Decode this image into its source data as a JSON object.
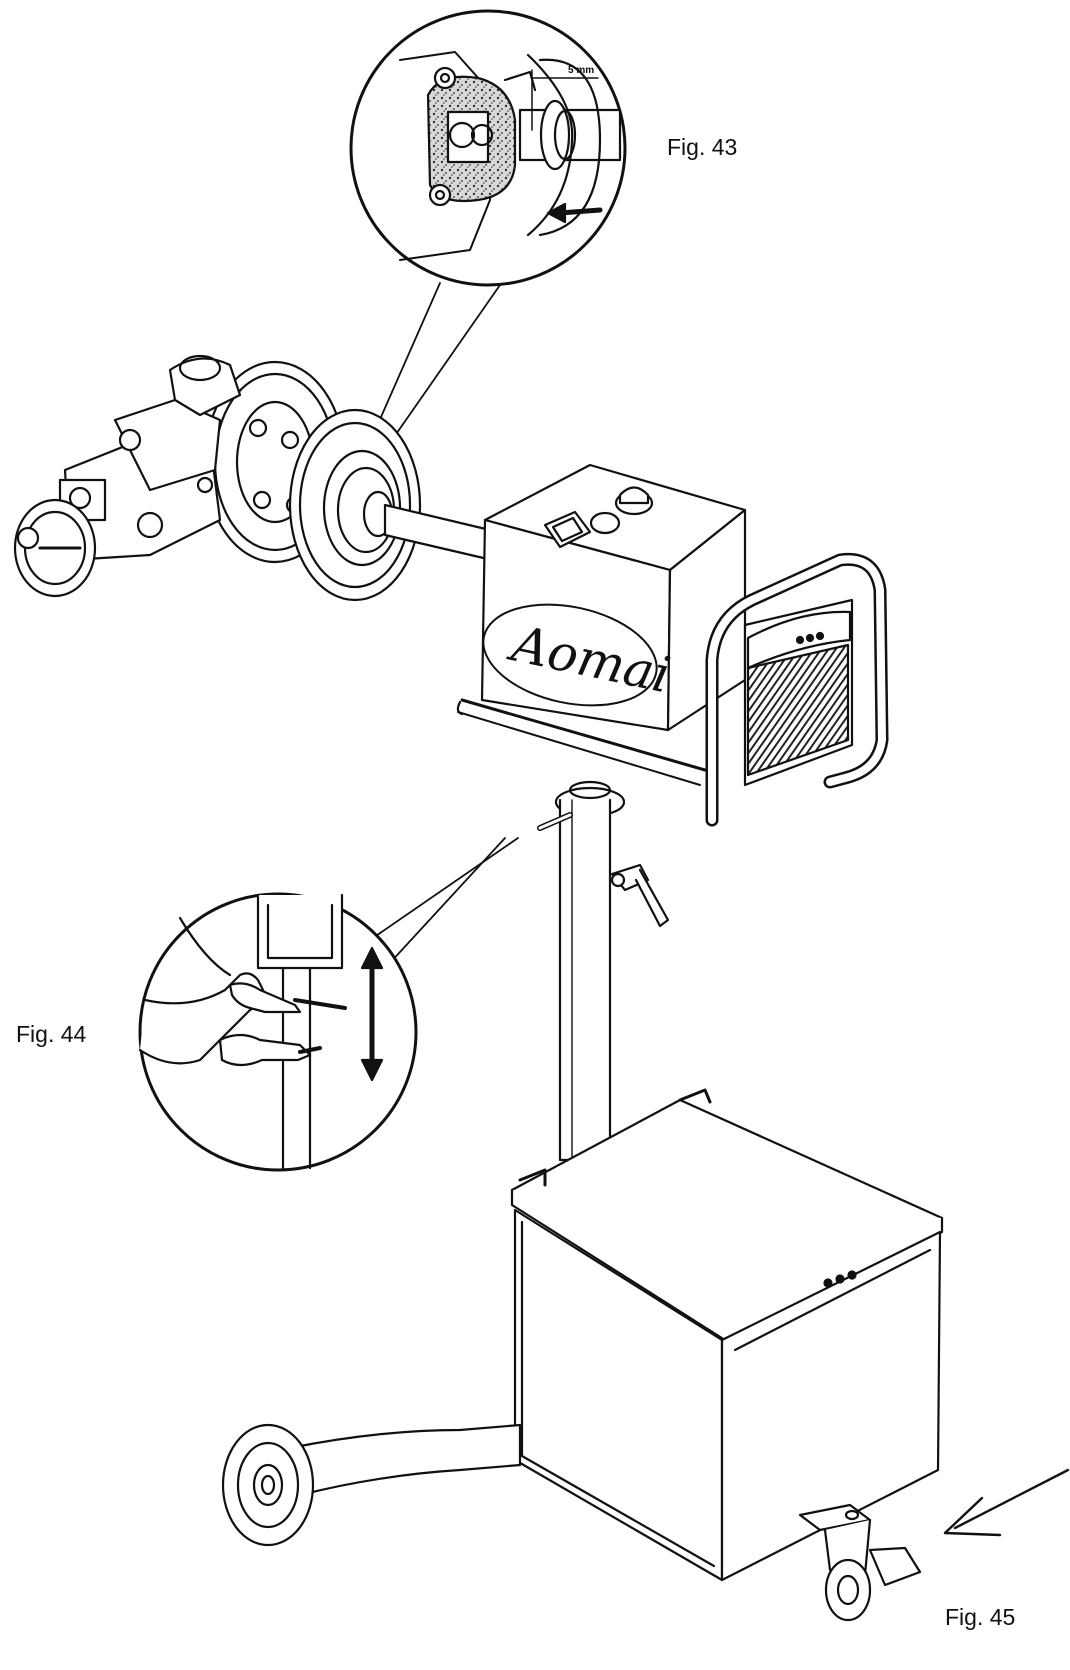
{
  "figures": {
    "fig43": "Fig. 43",
    "fig44": "Fig. 44",
    "fig45": "Fig. 45"
  },
  "detail_43": {
    "dimension": "5 mm"
  },
  "machine": {
    "brand_logo": "Aomai"
  },
  "colors": {
    "line": "#111111",
    "background": "#ffffff",
    "hatch": "#2a2a2a"
  },
  "icons": [
    "double-arrow-icon",
    "direction-arrow-icon",
    "push-arrow-icon"
  ]
}
